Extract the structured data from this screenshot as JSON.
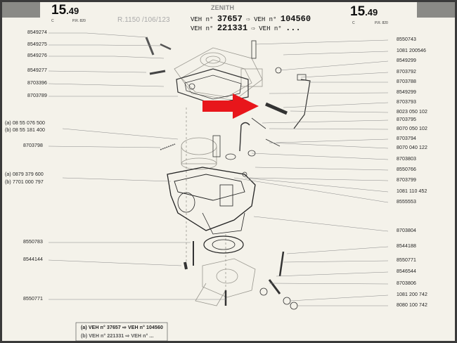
{
  "header": {
    "page_number_left": "15",
    "page_suffix_left": ".49",
    "sub_left_c": "C",
    "sub_left_pr": "P.R. 820",
    "page_number_right": "15",
    "page_suffix_right": ".49",
    "sub_right_c": "C",
    "sub_right_pr": "P.R. 820",
    "title": "ZENITH",
    "ref": "R.1150 /106/123",
    "veh1_prefix": "VEH n°",
    "veh1_from": "37657",
    "veh1_to_prefix": "VEH n°",
    "veh1_to": "104560",
    "veh2_prefix": "VEH n°",
    "veh2_from": "221331",
    "veh2_to_prefix": "VEH n°",
    "veh2_to": "..."
  },
  "left_labels": [
    "8549274",
    "8549275",
    "8549276",
    "8549277",
    "8703396",
    "8703789",
    "(a) 08 55 076 500",
    "(b) 08 55 181 400",
    "8703798",
    "(a) 0879 379 600",
    "(b) 7701 000 797",
    "8550783",
    "8544144",
    "8550771"
  ],
  "right_labels": [
    "8550743",
    "1081 200546",
    "8549299",
    "8703792",
    "8703788",
    "8549299",
    "8703793",
    "8023 050 102",
    "8703795",
    "8070 050 102",
    "8703794",
    "8070 040 122",
    "8703803",
    "8550766",
    "8703799",
    "1081 110 452",
    "8555553",
    "8703804",
    "8544188",
    "8550771",
    "8546544",
    "8703806",
    "1081 200 742",
    "8080 100 742"
  ],
  "footer": {
    "line1": "(a) VEH n° 37657 ⇨ VEH n° 104560",
    "line2": "(b) VEH n° 221331 ⇨ VEH n° ..."
  },
  "colors": {
    "arrow": "#e8161b",
    "paper": "#f4f2ea"
  }
}
